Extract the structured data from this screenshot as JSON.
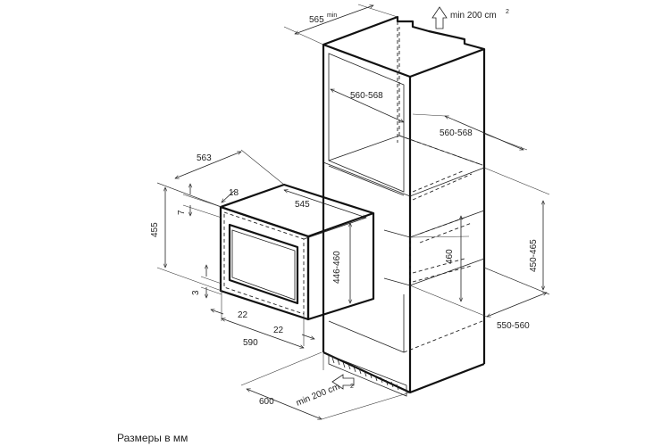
{
  "labels": {
    "cabinet_depth": "565",
    "cabinet_depth_min": "min",
    "vent_top": "min 200 cm",
    "vent_top_sup": "2",
    "niche_width_inner": "560-568",
    "niche_width_side": "560-568",
    "niche_height": "460",
    "niche_height_outer": "450-465",
    "niche_depth": "550-560",
    "oven_depth": "563",
    "oven_width_top": "545",
    "oven_height_front": "446-460",
    "oven_height": "455",
    "oven_top_gap": "7",
    "oven_bezel_top": "18",
    "oven_bottom_gap": "3",
    "oven_side_left": "22",
    "oven_side_right": "22",
    "oven_width": "590",
    "base_depth": "600",
    "vent_bottom": "min 200 cm",
    "vent_bottom_sup": "2"
  },
  "caption": "Размеры в мм"
}
